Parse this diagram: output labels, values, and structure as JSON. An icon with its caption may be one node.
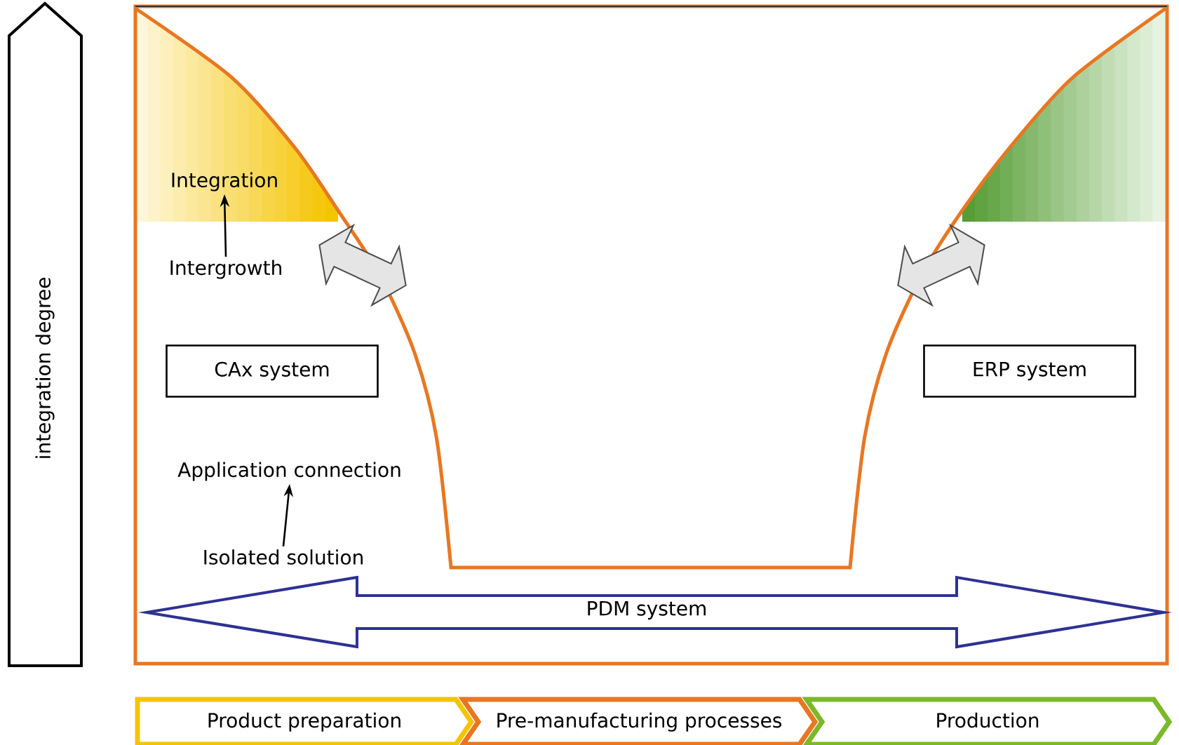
{
  "diagram": {
    "nodes": [
      {
        "text": [
          "integration degree"
        ]
      },
      {
        "text": [
          "Integration"
        ]
      },
      {
        "text": [
          "Intergrowth"
        ]
      },
      {
        "text": [
          "CAx system"
        ]
      },
      {
        "text": [
          "ERP system"
        ]
      },
      {
        "text": [
          "Application connection"
        ]
      },
      {
        "text": [
          "Isolated solution"
        ]
      },
      {
        "text": [
          "PDM system"
        ]
      },
      {
        "text": [
          "Product preparation"
        ]
      },
      {
        "text": [
          "Pre-manufacturing processes"
        ]
      },
      {
        "text": [
          "Production"
        ]
      }
    ],
    "edges": [
      {
        "from": 2,
        "to": 1,
        "arrow": "to"
      },
      {
        "from": 6,
        "to": 5,
        "arrow": "to"
      }
    ]
  }
}
